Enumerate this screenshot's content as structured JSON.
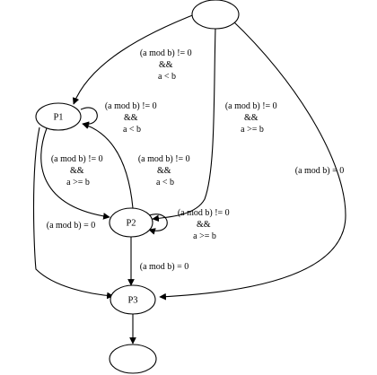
{
  "nodes": {
    "start": "",
    "p1": "P1",
    "p2": "P2",
    "p3": "P3",
    "end": ""
  },
  "edges": {
    "start_p1": [
      "(a mod b) != 0",
      "&&",
      "a < b"
    ],
    "start_p2": [
      "(a mod b) != 0",
      "&&",
      "a >= b"
    ],
    "start_p3": [
      "(a mod b) = 0"
    ],
    "p1_self": [
      "(a mod b) != 0",
      "&&",
      "a < b"
    ],
    "p1_p2": [
      "(a mod b) != 0",
      "&&",
      "a >= b"
    ],
    "p2_p1": [
      "(a mod b) != 0",
      "&&",
      "a < b"
    ],
    "p1_p3": [
      "(a mod b) = 0"
    ],
    "p2_self": [
      "(a mod b) != 0",
      "&&",
      "a >= b"
    ],
    "p2_p3": [
      "(a mod b) = 0"
    ]
  }
}
